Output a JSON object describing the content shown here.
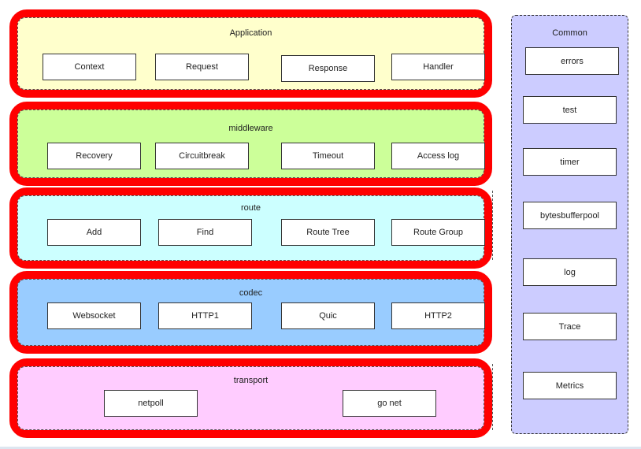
{
  "layers": {
    "application": {
      "title": "Application",
      "color": "#ffffcc",
      "items": [
        "Context",
        "Request",
        "Response",
        "Handler"
      ]
    },
    "middleware": {
      "title": "middleware",
      "color": "#ccff99",
      "items": [
        "Recovery",
        "Circuitbreak",
        "Timeout",
        "Access log"
      ]
    },
    "route": {
      "title": "route",
      "color": "#ccffff",
      "items": [
        "Add",
        "Find",
        "Route Tree",
        "Route Group"
      ]
    },
    "codec": {
      "title": "codec",
      "color": "#99ccff",
      "items": [
        "Websocket",
        "HTTP1",
        "Quic",
        "HTTP2"
      ]
    },
    "transport": {
      "title": "transport",
      "color": "#ffccff",
      "items": [
        "netpoll",
        "go net"
      ]
    }
  },
  "common": {
    "title": "Common",
    "color": "#ccccff",
    "items": [
      "errors",
      "test",
      "timer",
      "bytesbufferpool",
      "log",
      "Trace",
      "Metrics"
    ]
  },
  "accent": "#ff0000"
}
